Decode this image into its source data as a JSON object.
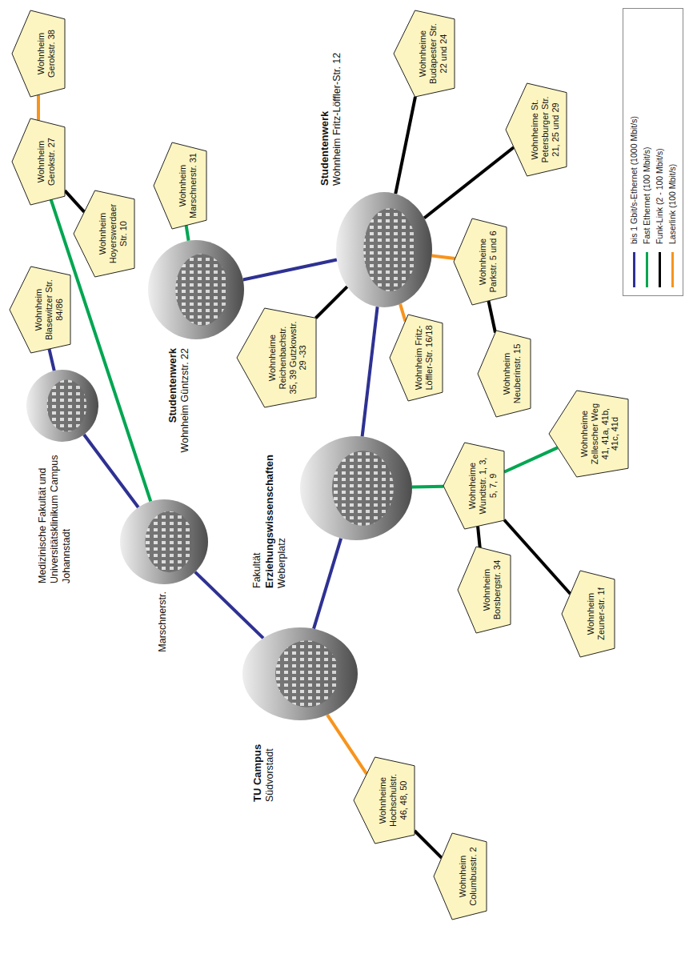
{
  "diagram": {
    "nodes": [
      {
        "text": [
          "TU Campus",
          "Südvorstadt"
        ]
      },
      {
        "text": [
          "Marschnerstr."
        ]
      },
      {
        "text": [
          "Medizinische Fakultät und Universitätsklinikum Campus Johannstadt"
        ]
      },
      {
        "text": [
          "Wohnheim Blasewitzer Str. 84/86"
        ]
      },
      {
        "text": [
          "Fakultät",
          "Erziehungswissenschaften",
          "Weberplatz"
        ]
      },
      {
        "text": [
          "Studentenwerk",
          "Wohnheim Güntzstr. 22"
        ]
      },
      {
        "text": [
          "Wohnheim Marschnerstr. 31"
        ]
      },
      {
        "text": [
          "Wohnheim Gerokstr. 27"
        ]
      },
      {
        "text": [
          "Wohnheim Gerokstr. 38"
        ]
      },
      {
        "text": [
          "Wohnheim Hoyerswerdaer Str. 10"
        ]
      },
      {
        "text": [
          "Studentenwerk",
          "Wohnheim Fritz-Löffler-Str. 12"
        ]
      },
      {
        "text": [
          "Wohnheime Reichenbachstr. 35, 39 Gutzkowstr. 29 -33"
        ]
      },
      {
        "text": [
          "Wohnheim Fritz-Löffler-Str. 16/18"
        ]
      },
      {
        "text": [
          "Wohnheime Parkstr. 5 und 6"
        ]
      },
      {
        "text": [
          "Wohnheim Neuberinstr. 15"
        ]
      },
      {
        "text": [
          "Wohnheime Budapester Str. 22 und 24"
        ]
      },
      {
        "text": [
          "Wohnheime St. Petersburger Str. 21, 25 und 29"
        ]
      },
      {
        "text": [
          "Wohnheime Wundtstr. 1, 3, 5, 7, 9"
        ]
      },
      {
        "text": [
          "Wohnheim Borsbergstr. 34"
        ]
      },
      {
        "text": [
          "Wohnheim Zeuner-str. 1f"
        ]
      },
      {
        "text": [
          "Wohnheime Zellescher Weg 41, 41a, 41b, 41c, 41d"
        ]
      },
      {
        "text": [
          "Wohnheime Hochschulstr. 46, 48, 50"
        ]
      },
      {
        "text": [
          "Wohnheim Columbusstr. 2"
        ]
      }
    ],
    "edges": [
      {
        "from": 0,
        "to": 1,
        "arrow": "none"
      },
      {
        "from": 1,
        "to": 2,
        "arrow": "none"
      },
      {
        "from": 2,
        "to": 3,
        "arrow": "none"
      },
      {
        "from": 1,
        "to": 7,
        "arrow": "none"
      },
      {
        "from": 0,
        "to": 4,
        "arrow": "none"
      },
      {
        "from": 4,
        "to": 10,
        "arrow": "none"
      },
      {
        "from": 5,
        "to": 10,
        "arrow": "none"
      },
      {
        "from": 5,
        "to": 6,
        "arrow": "none"
      },
      {
        "from": 7,
        "to": 8,
        "arrow": "none"
      },
      {
        "from": 7,
        "to": 9,
        "arrow": "none"
      },
      {
        "from": 10,
        "to": 11,
        "arrow": "none"
      },
      {
        "from": 10,
        "to": 12,
        "arrow": "none"
      },
      {
        "from": 10,
        "to": 13,
        "arrow": "none"
      },
      {
        "from": 13,
        "to": 14,
        "arrow": "none"
      },
      {
        "from": 10,
        "to": 15,
        "arrow": "none"
      },
      {
        "from": 10,
        "to": 16,
        "arrow": "none"
      },
      {
        "from": 4,
        "to": 17,
        "arrow": "none"
      },
      {
        "from": 17,
        "to": 18,
        "arrow": "none"
      },
      {
        "from": 17,
        "to": 19,
        "arrow": "none"
      },
      {
        "from": 17,
        "to": 20,
        "arrow": "none"
      },
      {
        "from": 0,
        "to": 21,
        "arrow": "none"
      },
      {
        "from": 21,
        "to": 22,
        "arrow": "none"
      }
    ],
    "legend": [
      {
        "text": "bis 1 Gbit/s-Ethernet (1000 Mbit/s)",
        "color": "#2e3192"
      },
      {
        "text": "Fast Ethernet (100 Mbit/s)",
        "color": "#00a651"
      },
      {
        "text": "Funk-Link (2 - 100 Mbit/s)",
        "color": "#000000"
      },
      {
        "text": "Laserlink (100 Mbit/s)",
        "color": "#f7941d"
      }
    ]
  }
}
